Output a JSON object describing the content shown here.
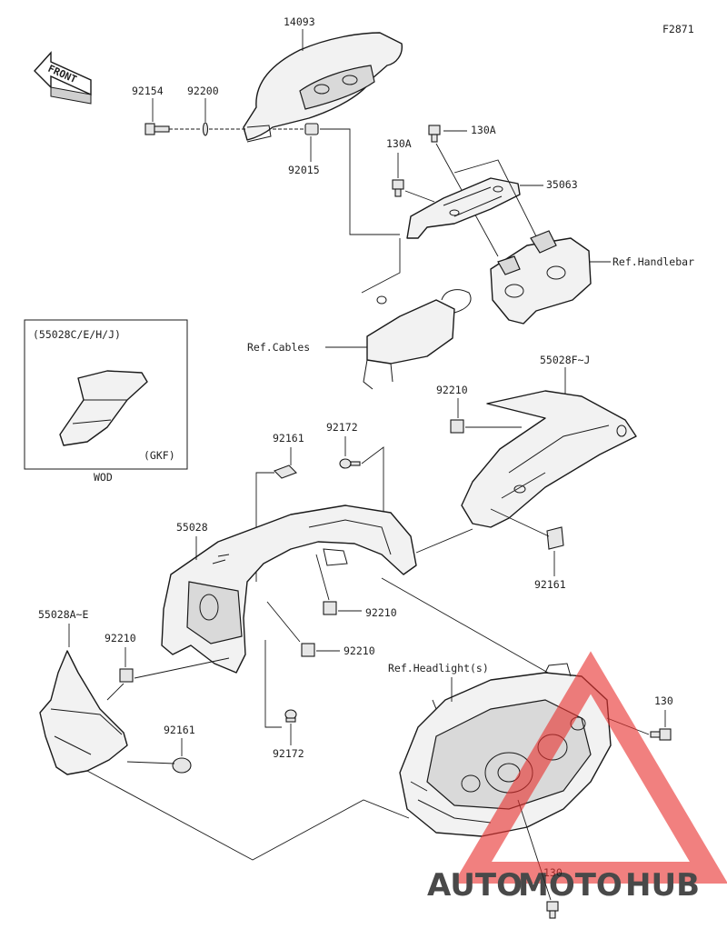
{
  "diagram": {
    "code": "F2871",
    "front_label": "FRONT",
    "labels": {
      "p14093": "14093",
      "p92154": "92154",
      "p92200": "92200",
      "p92015": "92015",
      "p130A_1": "130A",
      "p130A_2": "130A",
      "p35063": "35063",
      "ref_handlebar": "Ref.Handlebar",
      "ref_cables": "Ref.Cables",
      "p55028F_J": "55028F~J",
      "p92210_a": "92210",
      "p92172_a": "92172",
      "p92161_a": "92161",
      "p55028": "55028",
      "p92161_b": "92161",
      "p92210_b": "92210",
      "p92210_c": "92210",
      "p55028A_E": "55028A~E",
      "p92210_d": "92210",
      "p92161_c": "92161",
      "p92172_b": "92172",
      "ref_headlights": "Ref.Headlight(s)",
      "p130_a": "130",
      "p130_b": "130"
    },
    "inset": {
      "title": "(55028C/E/H/J)",
      "note": "(GKF)",
      "caption": "WOD"
    }
  },
  "watermark": {
    "part1": "AUTO",
    "part2": "MOTO",
    "part3": "HUB",
    "color_orange": "#f5a623",
    "color_gray": "#5a5a5a",
    "color_red": "#e8312f"
  }
}
